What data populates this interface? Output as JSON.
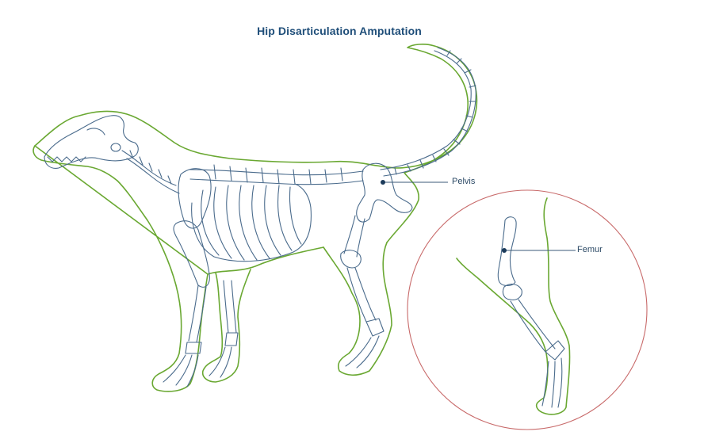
{
  "title": "Hip Disarticulation Amputation",
  "labels": {
    "pelvis": "Pelvis",
    "femur": "Femur"
  },
  "colors": {
    "title": "#1f4e79",
    "fur_outline": "#6aa832",
    "bone_outline": "#4a6b8c",
    "detail_circle": "#c86a6a",
    "leader_dot": "#1b3a5a"
  },
  "illustration": {
    "subject": "dog skeleton within body outline, side view",
    "detail_inset": "circular close-up of removed hind leg showing femur"
  }
}
